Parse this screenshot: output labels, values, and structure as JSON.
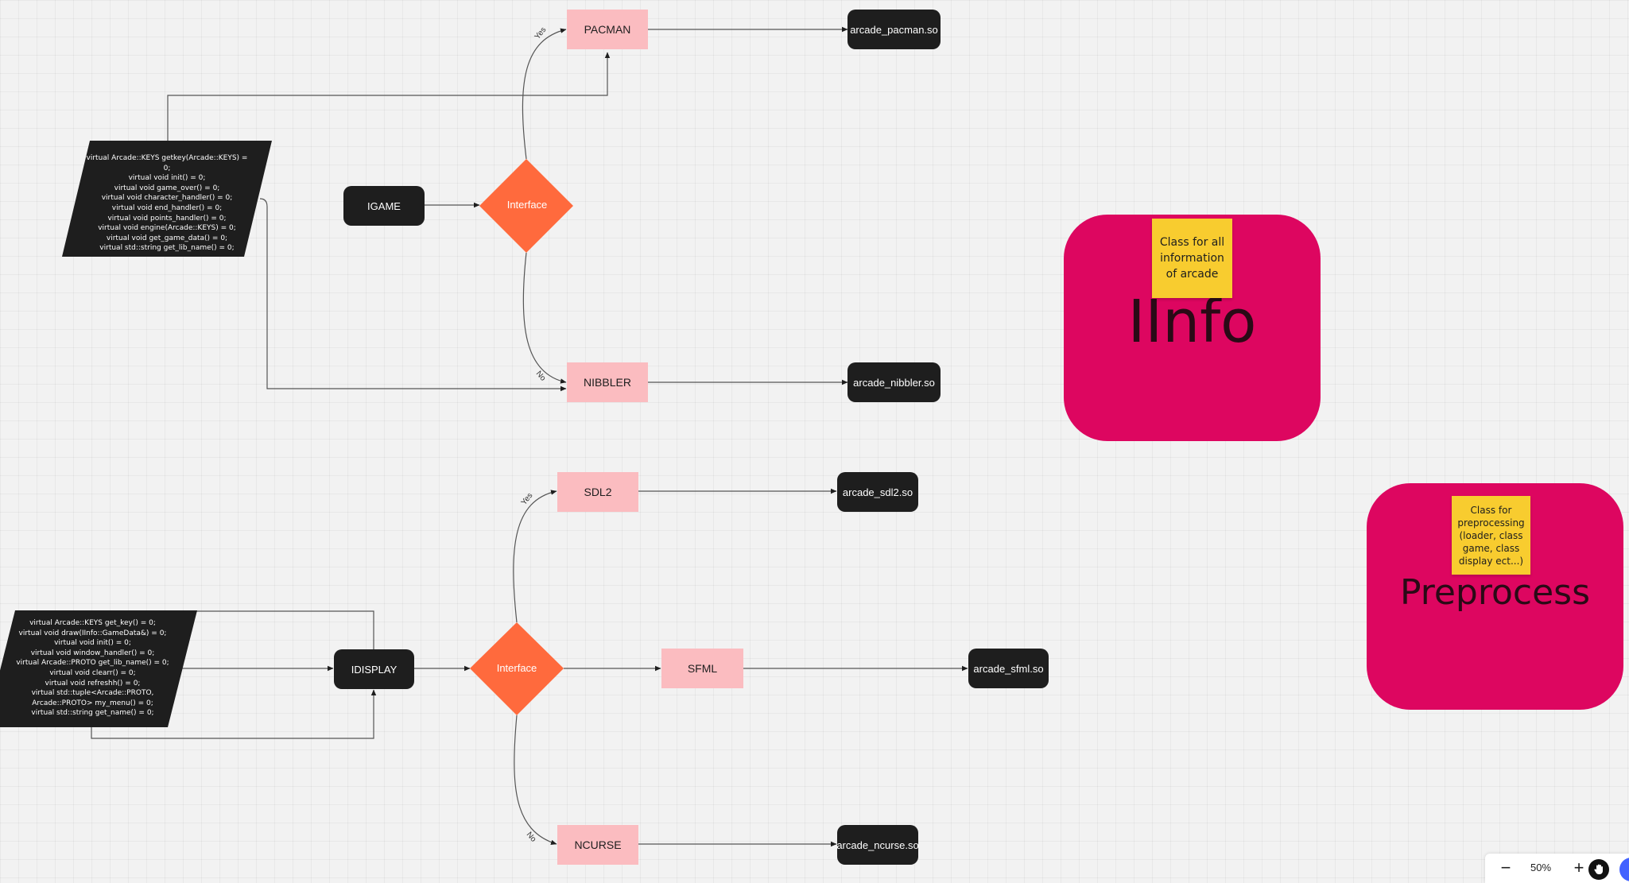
{
  "diagram": {
    "games": {
      "interface_text": "virtual Arcade::KEYS getkey(Arcade::KEYS) = 0;\nvirtual void init() = 0;\nvirtual void game_over() = 0;\nvirtual void character_handler() = 0;\nvirtual void end_handler() = 0;\nvirtual void points_handler() = 0;\nvirtual void engine(Arcade::KEYS) = 0;\nvirtual void get_game_data() = 0;\nvirtual std::string get_lib_name() = 0;",
      "class_label": "IGAME",
      "decision_label": "Interface",
      "yes_label": "Yes",
      "no_label": "No",
      "pacman_label": "PACMAN",
      "pacman_lib": "arcade_pacman.so",
      "nibbler_label": "NIBBLER",
      "nibbler_lib": "arcade_nibbler.so"
    },
    "displays": {
      "interface_text": "virtual Arcade::KEYS get_key() = 0;\nvirtual void draw(IInfo::GameData&) = 0;\nvirtual void init() = 0;\nvirtual void window_handler() = 0;\nvirtual Arcade::PROTO get_lib_name() = 0;\nvirtual void clearr() = 0;\nvirtual void refreshh() = 0;\nvirtual std::tuple<Arcade::PROTO,\nArcade::PROTO> my_menu() = 0;\nvirtual std::string get_name() = 0;",
      "class_label": "IDISPLAY",
      "decision_label": "Interface",
      "yes_label": "Yes",
      "no_label": "No",
      "sdl2_label": "SDL2",
      "sdl2_lib": "arcade_sdl2.so",
      "sfml_label": "SFML",
      "sfml_lib": "arcade_sfml.so",
      "ncurse_label": "NCURSE",
      "ncurse_lib": "arcade_ncurse.so"
    },
    "frames": {
      "iinfo_title": "IInfo",
      "iinfo_note": "Class for all\ninformation\nof arcade",
      "preprocess_title": "Preprocess",
      "preprocess_note": "Class for\npreprocessing\n(loader, class\ngame, class\ndisplay ect...)"
    }
  },
  "toolbar": {
    "zoom_out": "−",
    "zoom_level": "50%",
    "zoom_in": "+"
  },
  "colors": {
    "canvas": "#f2f2f2",
    "dark_node": "#1e1e1e",
    "pink_node": "#fbbcc0",
    "decision": "#ff6a3d",
    "frame": "#dd0660",
    "sticky": "#f8cc2f",
    "accent_blue": "#4262ff"
  }
}
